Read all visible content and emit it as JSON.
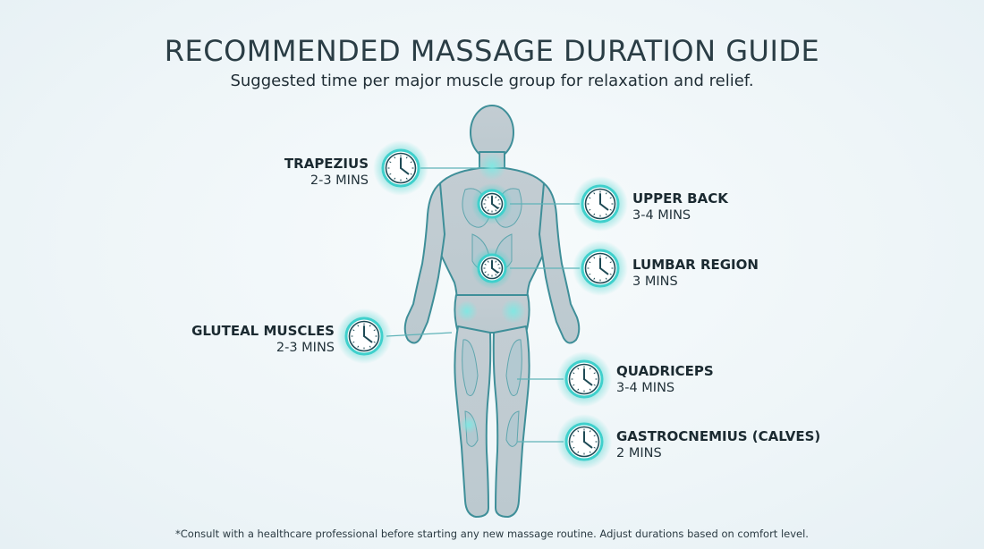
{
  "header": {
    "title": "RECOMMENDED MASSAGE DURATION GUIDE",
    "subtitle": "Suggested time per major muscle group for relaxation and relief."
  },
  "muscles": [
    {
      "name": "TRAPEZIUS",
      "duration": "2-3 MINS"
    },
    {
      "name": "UPPER BACK",
      "duration": "3-4 MINS"
    },
    {
      "name": "LUMBAR REGION",
      "duration": "3 MINS"
    },
    {
      "name": "GLUTEAL MUSCLES",
      "duration": "2-3 MINS"
    },
    {
      "name": "QUADRICEPS",
      "duration": "3-4 MINS"
    },
    {
      "name": "GASTROCNEMIUS (CALVES)",
      "duration": "2 MINS"
    }
  ],
  "footnote": "*Consult with a healthcare professional before starting any new massage routine. Adjust durations based on comfort level.",
  "colors": {
    "accent": "#3fd0cc",
    "body_fill": "#c9d3d8",
    "body_outline": "#3f8f99",
    "highlight": "#7fe3df"
  },
  "icons": [
    "clock-icon"
  ]
}
